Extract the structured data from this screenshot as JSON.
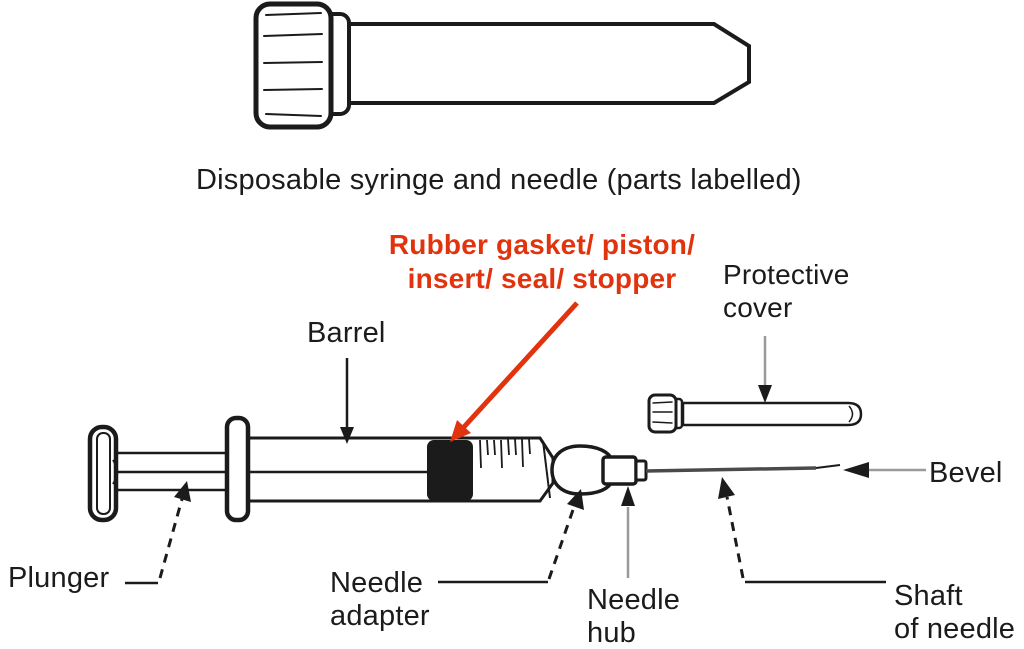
{
  "title": "Disposable syringe and needle (parts labelled)",
  "colors": {
    "line": "#1b1b1b",
    "highlight": "#e1330e",
    "leader_gray": "#9a9a9a",
    "background": "#ffffff"
  },
  "labels": {
    "rubber_gasket": {
      "line1": "Rubber gasket/ piston/",
      "line2": "insert/ seal/ stopper"
    },
    "protective_cover": {
      "line1": "Protective",
      "line2": "cover"
    },
    "barrel": "Barrel",
    "plunger": "Plunger",
    "needle_adapter": {
      "line1": "Needle",
      "line2": "adapter"
    },
    "needle_hub": {
      "line1": "Needle",
      "line2": "hub"
    },
    "shaft_of_needle": {
      "line1": "Shaft",
      "line2": "of needle"
    },
    "bevel": "Bevel"
  }
}
